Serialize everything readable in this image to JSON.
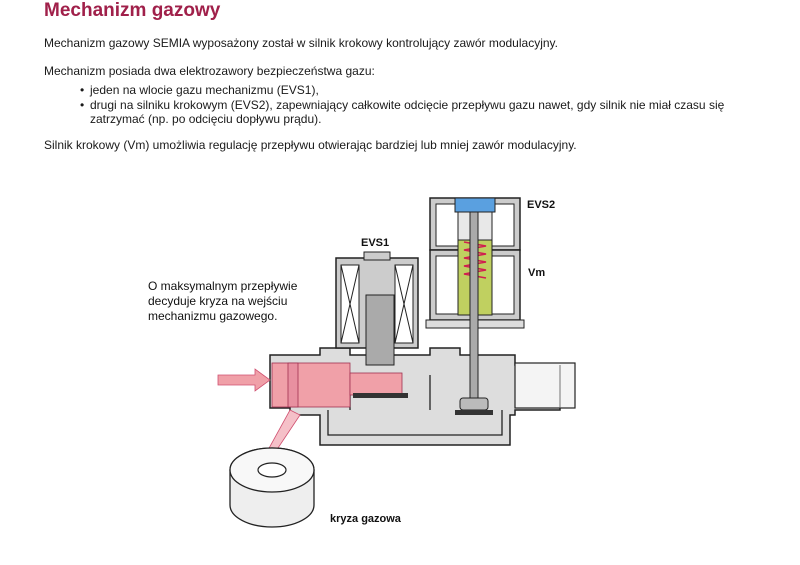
{
  "document": {
    "title": "Mechanizm gazowy",
    "intro": "Mechanizm gazowy SEMIA wyposażony został w silnik krokowy kontrolujący zawór modulacyjny.",
    "valves_intro": "Mechanizm posiada dwa elektrozawory bezpieczeństwa gazu:",
    "bullets": [
      "jeden na wlocie gazu mechanizmu (EVS1),",
      "drugi na silniku krokowym (EVS2), zapewniający całkowite odcięcie przepływu gazu nawet, gdy silnik nie miał czasu się zatrzymać (np. po odcięciu dopływu prądu)."
    ],
    "motor_text": "Silnik krokowy (Vm) umożliwia regulację przepływu otwierając bardziej lub mniej zawór modulacyjny."
  },
  "diagram": {
    "labels": {
      "evs1": "EVS1",
      "evs2": "EVS2",
      "vm": "Vm",
      "callout_line1": "O maksymalnym przepływie",
      "callout_line2": "decyduje kryza na wejściu",
      "callout_line3": "mechanizmu gazowego.",
      "kryza": "kryza gazowa"
    },
    "colors": {
      "title": "#a0204a",
      "body_gray": "#dddddd",
      "gas_pink": "#f0a0a8",
      "coil_gray": "#cccccc",
      "evs2_blue": "#5aa0e0",
      "vm_green": "#c0d060",
      "spring_red": "#d02050"
    }
  }
}
